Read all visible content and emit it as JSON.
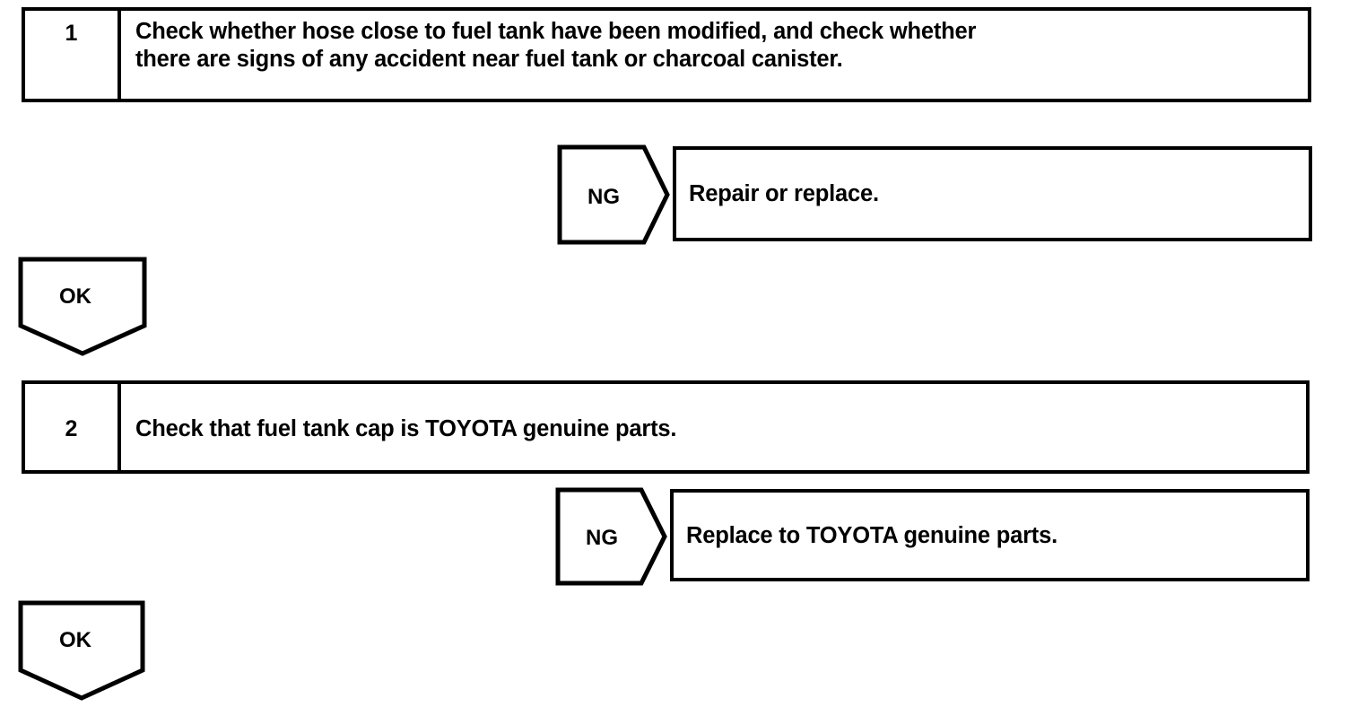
{
  "document": {
    "type": "troubleshooting-flowchart",
    "background_color": "#ffffff",
    "line_color": "#000000"
  },
  "steps": [
    {
      "number": "1",
      "text": "Check whether hose close to fuel tank have been modified, and check whether\nthere are signs of any accident near fuel tank or charcoal canister."
    },
    {
      "number": "2",
      "text": "Check that fuel tank cap is TOYOTA genuine parts."
    }
  ],
  "branches": [
    {
      "verdict": "NG",
      "action": "Repair or replace."
    },
    {
      "verdict": "NG",
      "action": "Replace to TOYOTA genuine parts."
    }
  ],
  "pass_markers": [
    {
      "label": "OK"
    },
    {
      "label": "OK"
    }
  ]
}
